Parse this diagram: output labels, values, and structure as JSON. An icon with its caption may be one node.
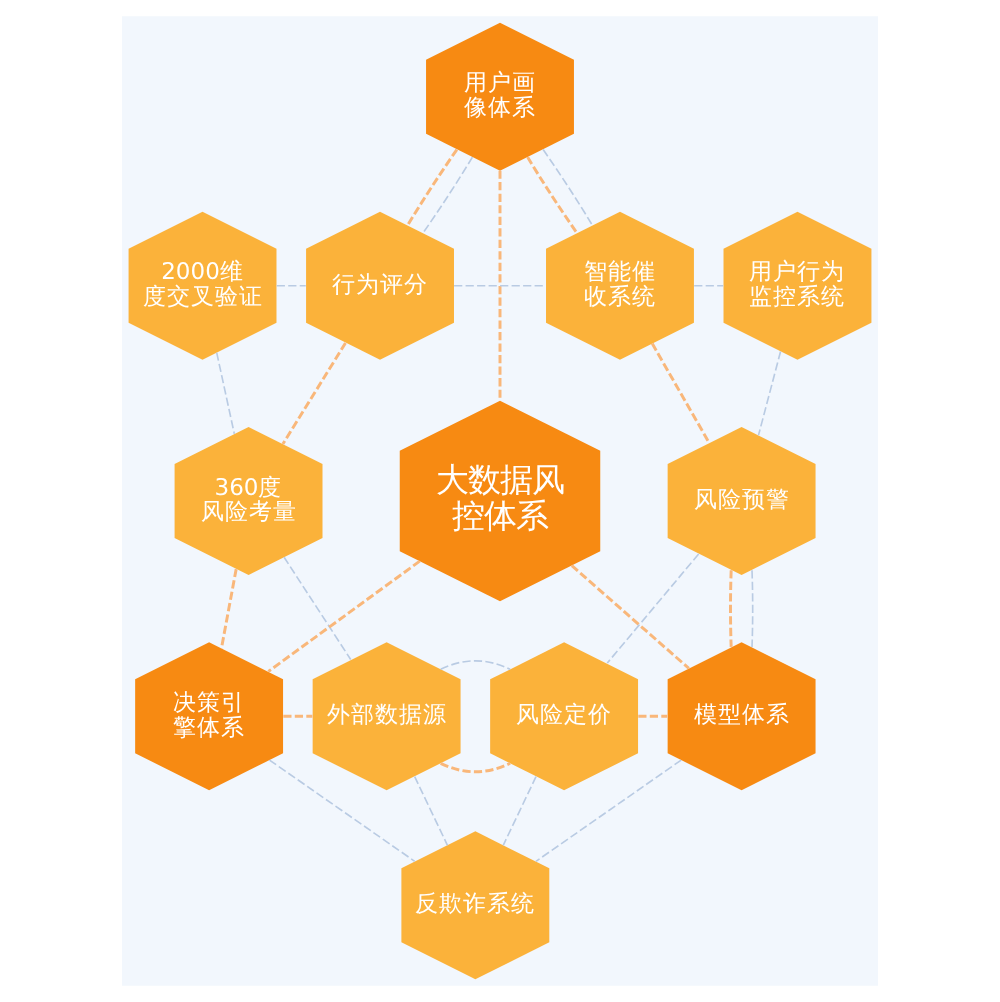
{
  "diagram": {
    "nodes": [
      {
        "text": [
          "用户画像体系"
        ]
      },
      {
        "text": [
          "2000维度交叉验证"
        ]
      },
      {
        "text": [
          "行为评分"
        ]
      },
      {
        "text": [
          "智能催收系统"
        ]
      },
      {
        "text": [
          "用户行为监控系统"
        ]
      },
      {
        "text": [
          "360度风险考量"
        ]
      },
      {
        "text": [
          "大数据风控体系"
        ]
      },
      {
        "text": [
          "风险预警"
        ]
      },
      {
        "text": [
          "决策引擎体系"
        ]
      },
      {
        "text": [
          "外部数据源"
        ]
      },
      {
        "text": [
          "风险定价"
        ]
      },
      {
        "text": [
          "模型体系"
        ]
      },
      {
        "text": [
          "反欺诈系统"
        ]
      }
    ],
    "edges": [
      {
        "from": 0,
        "to": 6,
        "arrow": "none",
        "style": "dashed",
        "color": "#f9b77a"
      },
      {
        "from": 0,
        "to": 2,
        "arrow": "none",
        "style": "dashed",
        "color": "#f9b77a"
      },
      {
        "from": 0,
        "to": 3,
        "arrow": "none",
        "style": "dashed",
        "color": "#f9b77a"
      },
      {
        "from": 2,
        "to": 5,
        "arrow": "none",
        "style": "dashed",
        "color": "#f9b77a"
      },
      {
        "from": 3,
        "to": 7,
        "arrow": "none",
        "style": "dashed",
        "color": "#f9b77a"
      },
      {
        "from": 5,
        "to": 8,
        "arrow": "none",
        "style": "dashed",
        "color": "#f9b77a"
      },
      {
        "from": 6,
        "to": 8,
        "arrow": "none",
        "style": "dashed",
        "color": "#f9b77a"
      },
      {
        "from": 6,
        "to": 11,
        "arrow": "none",
        "style": "dashed",
        "color": "#f9b77a"
      },
      {
        "from": 7,
        "to": 11,
        "arrow": "none",
        "style": "dashed",
        "color": "#f9b77a"
      },
      {
        "from": 8,
        "to": 9,
        "arrow": "none",
        "style": "dashed",
        "color": "#f9b77a"
      },
      {
        "from": 9,
        "to": 10,
        "arrow": "none",
        "style": "dashed",
        "color": "#f9b77a"
      },
      {
        "from": 10,
        "to": 11,
        "arrow": "none",
        "style": "dashed",
        "color": "#f9b77a"
      },
      {
        "from": 0,
        "to": 2,
        "arrow": "none",
        "style": "dashed"
      },
      {
        "from": 0,
        "to": 3,
        "arrow": "none",
        "style": "dashed"
      },
      {
        "from": 1,
        "to": 2,
        "arrow": "none",
        "style": "dashed"
      },
      {
        "from": 2,
        "to": 3,
        "arrow": "none",
        "style": "dashed"
      },
      {
        "from": 3,
        "to": 4,
        "arrow": "none",
        "style": "dashed"
      },
      {
        "from": 1,
        "to": 5,
        "arrow": "none",
        "style": "dashed"
      },
      {
        "from": 4,
        "to": 7,
        "arrow": "none",
        "style": "dashed"
      },
      {
        "from": 5,
        "to": 9,
        "arrow": "none",
        "style": "dashed"
      },
      {
        "from": 7,
        "to": 10,
        "arrow": "none",
        "style": "dashed"
      },
      {
        "from": 7,
        "to": 11,
        "arrow": "none",
        "style": "dashed"
      },
      {
        "from": 9,
        "to": 10,
        "arrow": "none",
        "style": "dashed"
      },
      {
        "from": 8,
        "to": 12,
        "arrow": "none",
        "style": "dashed"
      },
      {
        "from": 9,
        "to": 12,
        "arrow": "none",
        "style": "dashed"
      },
      {
        "from": 10,
        "to": 12,
        "arrow": "none",
        "style": "dashed"
      },
      {
        "from": 11,
        "to": 12,
        "arrow": "none",
        "style": "dashed"
      }
    ]
  }
}
